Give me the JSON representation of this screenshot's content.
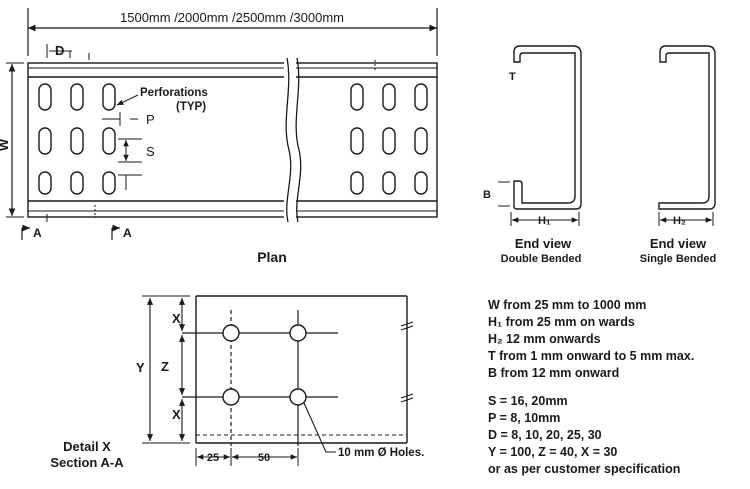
{
  "plan": {
    "lengths": "1500mm /2000mm /2500mm /3000mm",
    "d": "D",
    "w": "W",
    "perforations": "Perforations",
    "typ": "(TYP)",
    "p": "P",
    "s": "S",
    "section_marker": "A",
    "caption": "Plan"
  },
  "end_double": {
    "t": "T",
    "b": "B",
    "h1": "H₁",
    "title": "End view",
    "subtitle": "Double Bended"
  },
  "end_single": {
    "h2": "H₂",
    "title": "End view",
    "subtitle": "Single Bended"
  },
  "detail": {
    "y": "Y",
    "x": "X",
    "z": "Z",
    "dim25": "25",
    "dim50": "50",
    "holes": "10 mm Ø Holes.",
    "title": "Detail X",
    "subtitle": "Section A-A"
  },
  "specs": {
    "ranges": [
      "W from 25 mm to 1000 mm",
      "H₁ from 25 mm on wards",
      "H₂ 12 mm onwards",
      "T from 1 mm onward to 5 mm max.",
      "B from 12 mm onward"
    ],
    "sizes": [
      "S = 16, 20mm",
      "P = 8, 10mm",
      "D = 8, 10, 20, 25, 30",
      "Y = 100, Z = 40, X = 30",
      "or as per customer specification"
    ]
  }
}
